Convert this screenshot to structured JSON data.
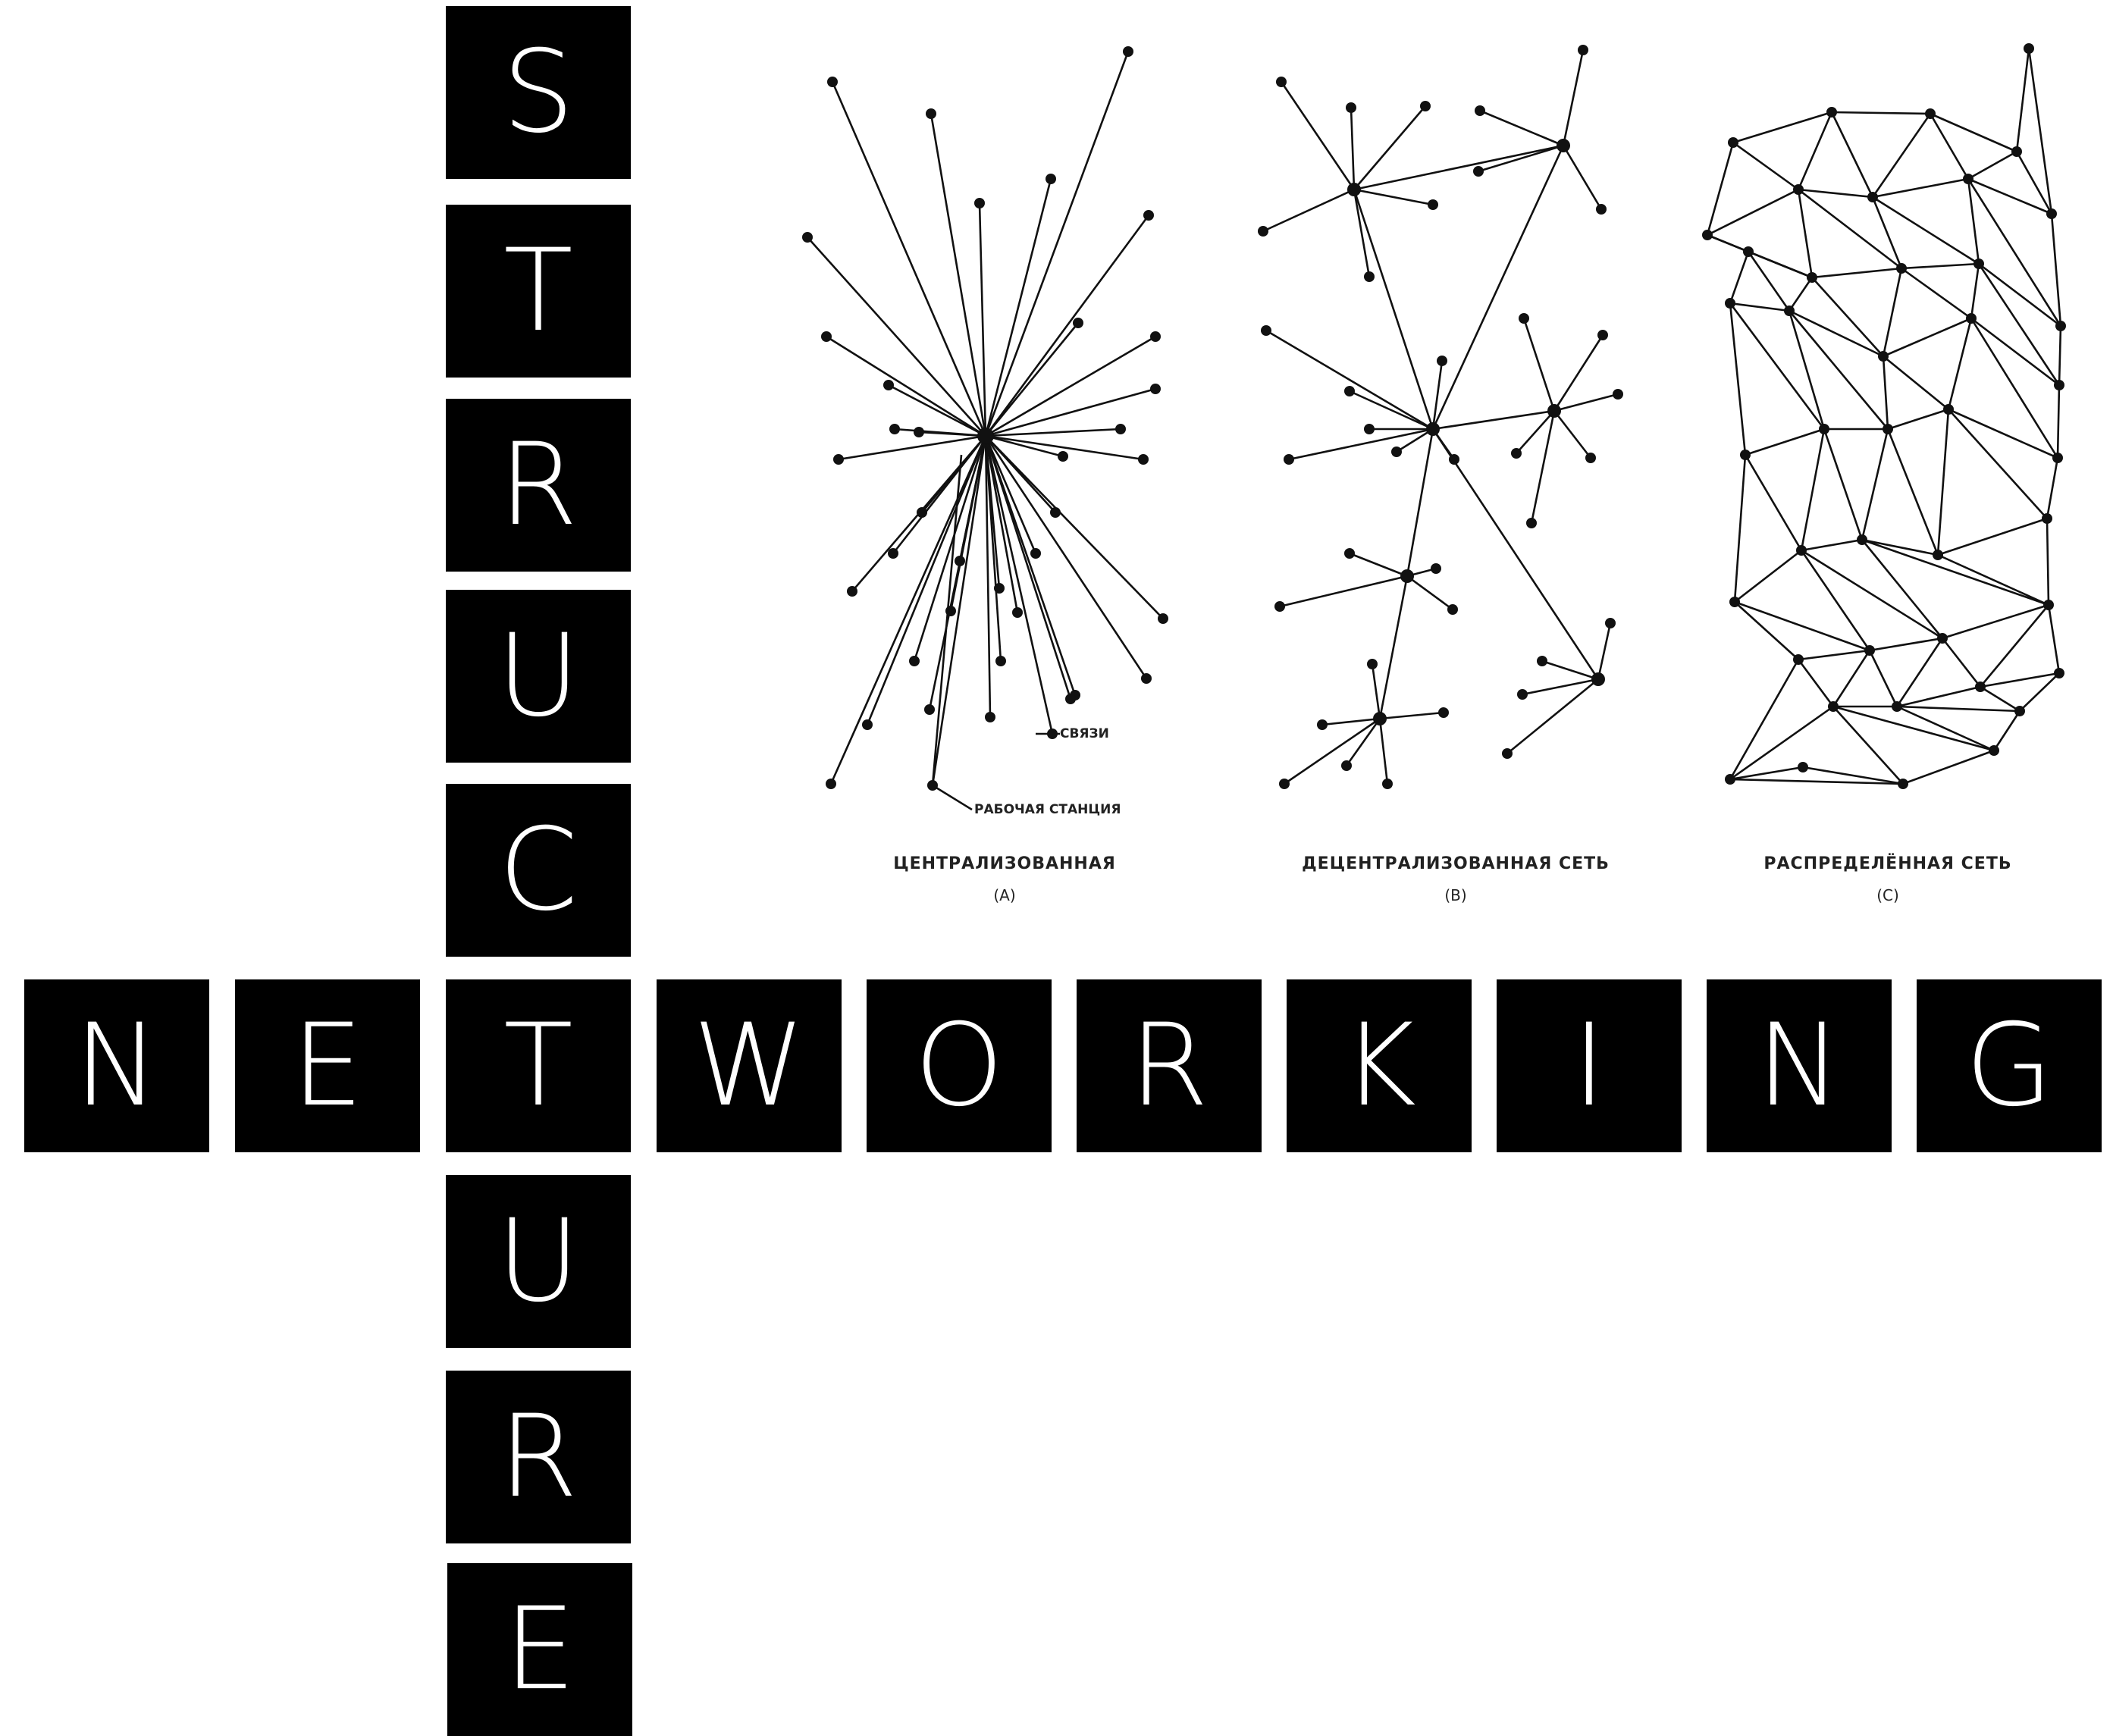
{
  "crossword": {
    "vertical_word": "STRUCTURE",
    "horizontal_word": "NETWORKING",
    "vertical_letters": [
      "S",
      "T",
      "R",
      "U",
      "C",
      "T",
      "U",
      "R",
      "E"
    ],
    "horizontal_letters": [
      "N",
      "E",
      "T",
      "W",
      "O",
      "R",
      "K",
      "I",
      "N",
      "G"
    ]
  },
  "diagrams": [
    {
      "caption": "ЦЕНТРАЛИЗОВАННАЯ",
      "label": "(A)",
      "callouts": [
        "СВЯЗИ",
        "РАБОЧАЯ СТАНЦИЯ"
      ]
    },
    {
      "caption": "ДЕЦЕНТРАЛИЗОВАННАЯ СЕТЬ",
      "label": "(B)"
    },
    {
      "caption": "РАСПРЕДЕЛЁННАЯ СЕТЬ",
      "label": "(C)"
    }
  ]
}
